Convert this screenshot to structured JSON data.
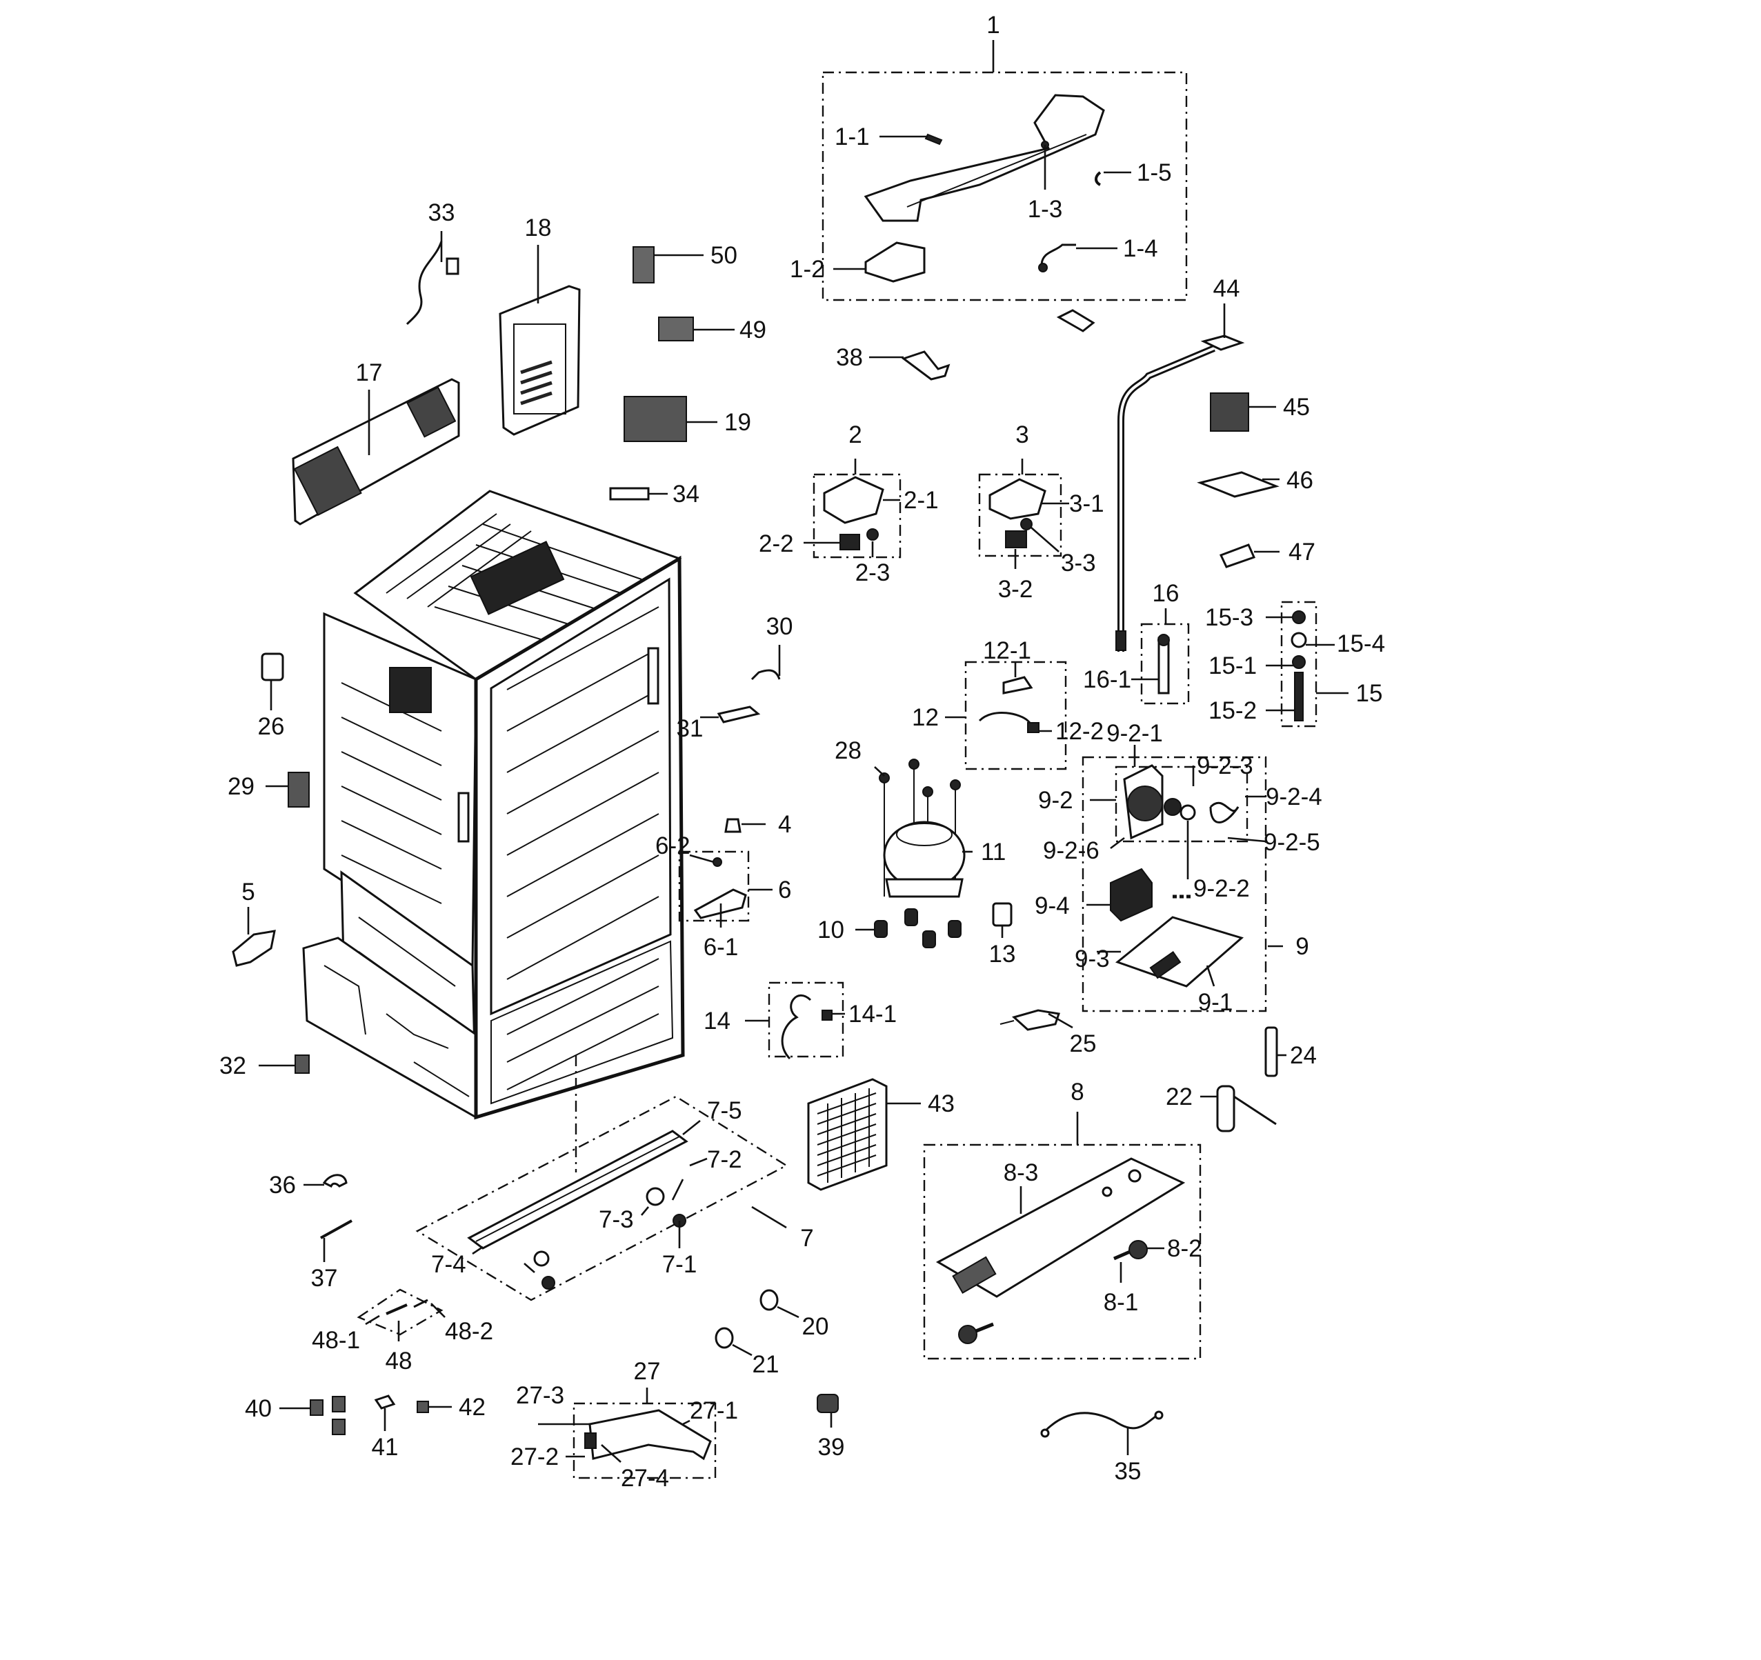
{
  "diagram": {
    "labels": {
      "p1": "1",
      "p1_1": "1-1",
      "p1_2": "1-2",
      "p1_3": "1-3",
      "p1_4": "1-4",
      "p1_5": "1-5",
      "p2": "2",
      "p2_1": "2-1",
      "p2_2": "2-2",
      "p2_3": "2-3",
      "p3": "3",
      "p3_1": "3-1",
      "p3_2": "3-2",
      "p3_3": "3-3",
      "p4": "4",
      "p5": "5",
      "p6": "6",
      "p6_1": "6-1",
      "p6_2": "6-2",
      "p7": "7",
      "p7_1": "7-1",
      "p7_2": "7-2",
      "p7_3": "7-3",
      "p7_4": "7-4",
      "p7_5": "7-5",
      "p8": "8",
      "p8_1": "8-1",
      "p8_2": "8-2",
      "p8_3": "8-3",
      "p9": "9",
      "p9_1": "9-1",
      "p9_2": "9-2",
      "p9_2_1": "9-2-1",
      "p9_2_2": "9-2-2",
      "p9_2_3": "9-2-3",
      "p9_2_4": "9-2-4",
      "p9_2_5": "9-2-5",
      "p9_2_6": "9-2-6",
      "p9_3": "9-3",
      "p9_4": "9-4",
      "p10": "10",
      "p11": "11",
      "p12": "12",
      "p12_1": "12-1",
      "p12_2": "12-2",
      "p13": "13",
      "p14": "14",
      "p14_1": "14-1",
      "p15": "15",
      "p15_1": "15-1",
      "p15_2": "15-2",
      "p15_3": "15-3",
      "p15_4": "15-4",
      "p16": "16",
      "p16_1": "16-1",
      "p17": "17",
      "p18": "18",
      "p19": "19",
      "p20": "20",
      "p21": "21",
      "p22": "22",
      "p24": "24",
      "p25": "25",
      "p26": "26",
      "p27": "27",
      "p27_1": "27-1",
      "p27_2": "27-2",
      "p27_3": "27-3",
      "p27_4": "27-4",
      "p28": "28",
      "p29": "29",
      "p30": "30",
      "p31": "31",
      "p32": "32",
      "p33": "33",
      "p34": "34",
      "p35": "35",
      "p36": "36",
      "p37": "37",
      "p38": "38",
      "p39": "39",
      "p40": "40",
      "p41": "41",
      "p42": "42",
      "p43": "43",
      "p44": "44",
      "p45": "45",
      "p46": "46",
      "p47": "47",
      "p48": "48",
      "p48_1": "48-1",
      "p48_2": "48-2",
      "p49": "49",
      "p50": "50"
    }
  }
}
